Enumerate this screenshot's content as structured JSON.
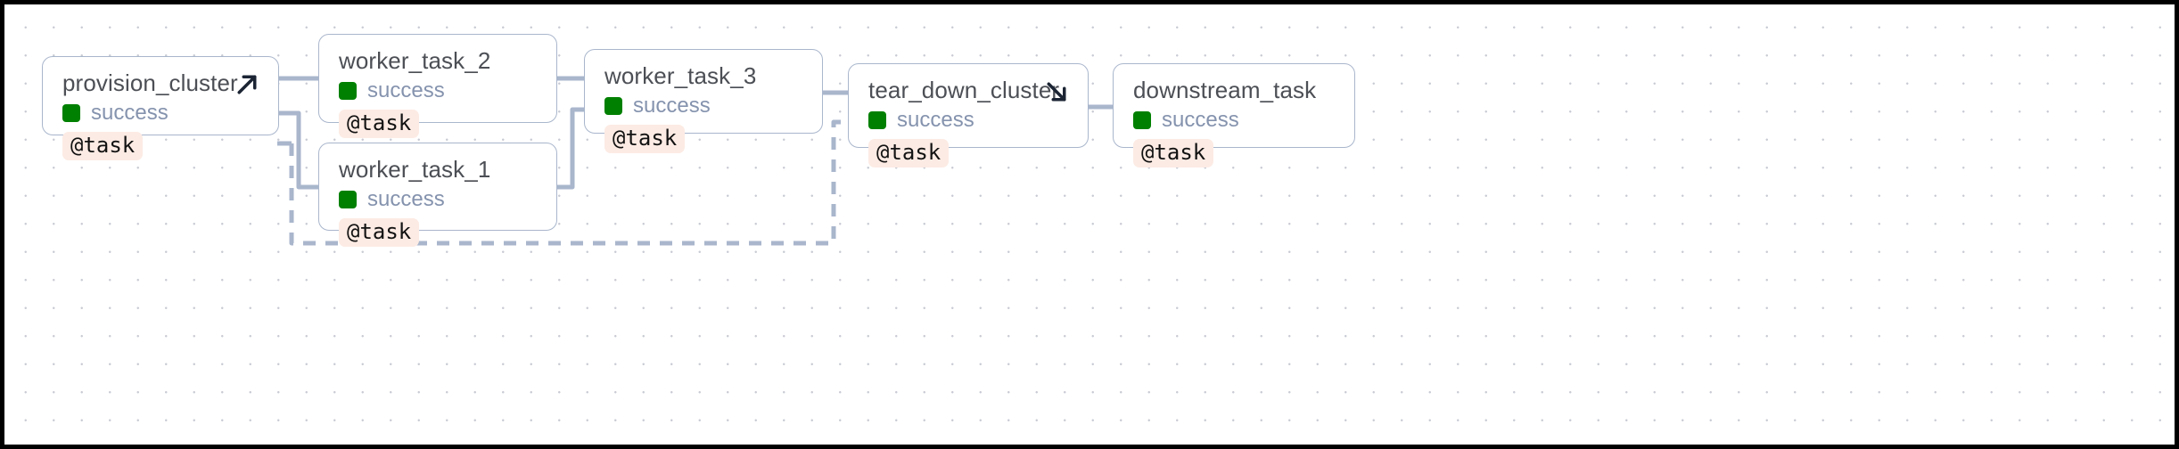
{
  "canvas": {
    "background_color": "#ffffff",
    "grid_dot_color": "#c9cbd4",
    "frame_color": "#000000"
  },
  "theme": {
    "node_border": "#a9b6cc",
    "node_title_color": "#4c4f55",
    "status_success_color": "#008000",
    "status_text_color": "#8593ae",
    "task_badge_bg": "#fcebe4",
    "task_badge_text": "#121212",
    "edge_color": "#a9b6cc",
    "icon_color": "#1b2433"
  },
  "graph": {
    "nodes": [
      {
        "id": "provision_cluster",
        "title": "provision_cluster",
        "status": "success",
        "decorator": "@task",
        "corner_icon": "arrow-up-right-icon"
      },
      {
        "id": "worker_task_2",
        "title": "worker_task_2",
        "status": "success",
        "decorator": "@task",
        "corner_icon": null
      },
      {
        "id": "worker_task_1",
        "title": "worker_task_1",
        "status": "success",
        "decorator": "@task",
        "corner_icon": null
      },
      {
        "id": "worker_task_3",
        "title": "worker_task_3",
        "status": "success",
        "decorator": "@task",
        "corner_icon": null
      },
      {
        "id": "tear_down_cluster",
        "title": "tear_down_cluster",
        "status": "success",
        "decorator": "@task",
        "corner_icon": "arrow-down-right-icon"
      },
      {
        "id": "downstream_task",
        "title": "downstream_task",
        "status": "success",
        "decorator": "@task",
        "corner_icon": null
      }
    ],
    "edges": [
      {
        "from": "provision_cluster",
        "to": "worker_task_2",
        "style": "solid"
      },
      {
        "from": "provision_cluster",
        "to": "worker_task_1",
        "style": "solid"
      },
      {
        "from": "provision_cluster",
        "to": "tear_down_cluster",
        "style": "dashed"
      },
      {
        "from": "worker_task_2",
        "to": "worker_task_3",
        "style": "solid"
      },
      {
        "from": "worker_task_1",
        "to": "worker_task_3",
        "style": "solid"
      },
      {
        "from": "worker_task_3",
        "to": "tear_down_cluster",
        "style": "solid"
      },
      {
        "from": "tear_down_cluster",
        "to": "downstream_task",
        "style": "solid"
      }
    ]
  }
}
